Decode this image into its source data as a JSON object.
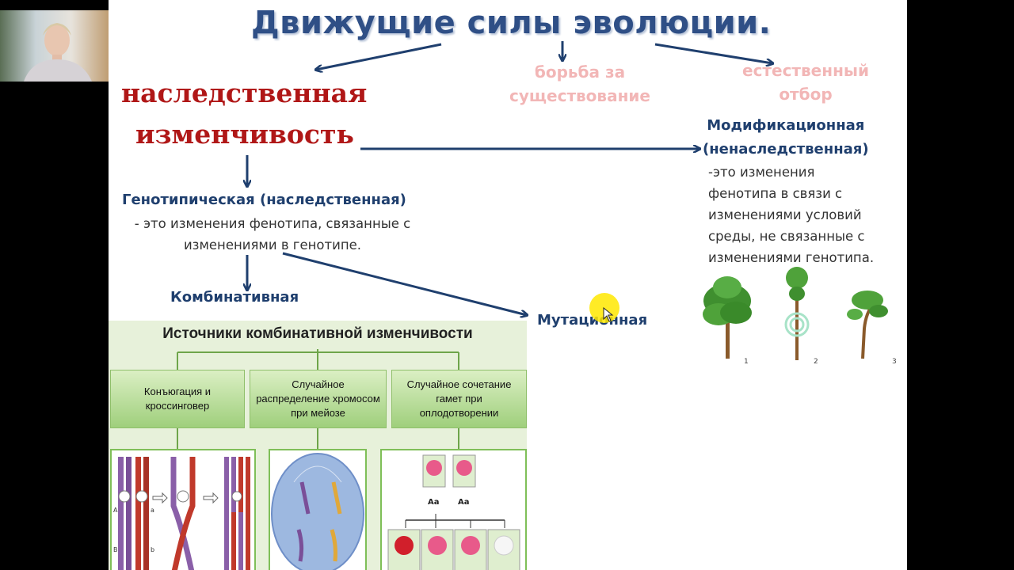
{
  "slide": {
    "title": "Движущие силы эволюции.",
    "struggle": "борьба за существование",
    "selection": "естественный отбор",
    "hered_line1": "наследственная",
    "hered_line2": "изменчивость",
    "geno_heading": "Генотипическая (наследственная)",
    "geno_desc": "- это изменения фенотипа, связанные с изменениями в генотипе.",
    "modif_heading_1": "Модификационная",
    "modif_heading_2": "(ненаследственная)",
    "modif_desc_1": "-это изменения",
    "modif_desc_2": "фенотипа в связи с",
    "modif_desc_3": "изменениями условий",
    "modif_desc_4": "среды, не связанные с",
    "modif_desc_5": "изменениями генотипа.",
    "combinative": "Комбинативная",
    "mutational": "Мутационная",
    "tree_labels": [
      "1",
      "2",
      "3"
    ]
  },
  "diagram": {
    "title": "Источники комбинативной изменчивости",
    "boxes": [
      "Конъюгация и кроссинговер",
      "Случайное распределение хромосом при мейозе",
      "Случайное сочетание гамет при оплодотворении"
    ],
    "parent_labels": [
      "Aa",
      "Aa"
    ],
    "chromosome_labels": [
      "A",
      "a",
      "B",
      "b"
    ]
  },
  "colors": {
    "title": "#2f4f86",
    "red_heading": "#b01717",
    "navy": "#1f3f6e",
    "faded": "#f2b6b6",
    "arrow": "#1f3f6e",
    "diagram_bg": "#e7f1da"
  }
}
